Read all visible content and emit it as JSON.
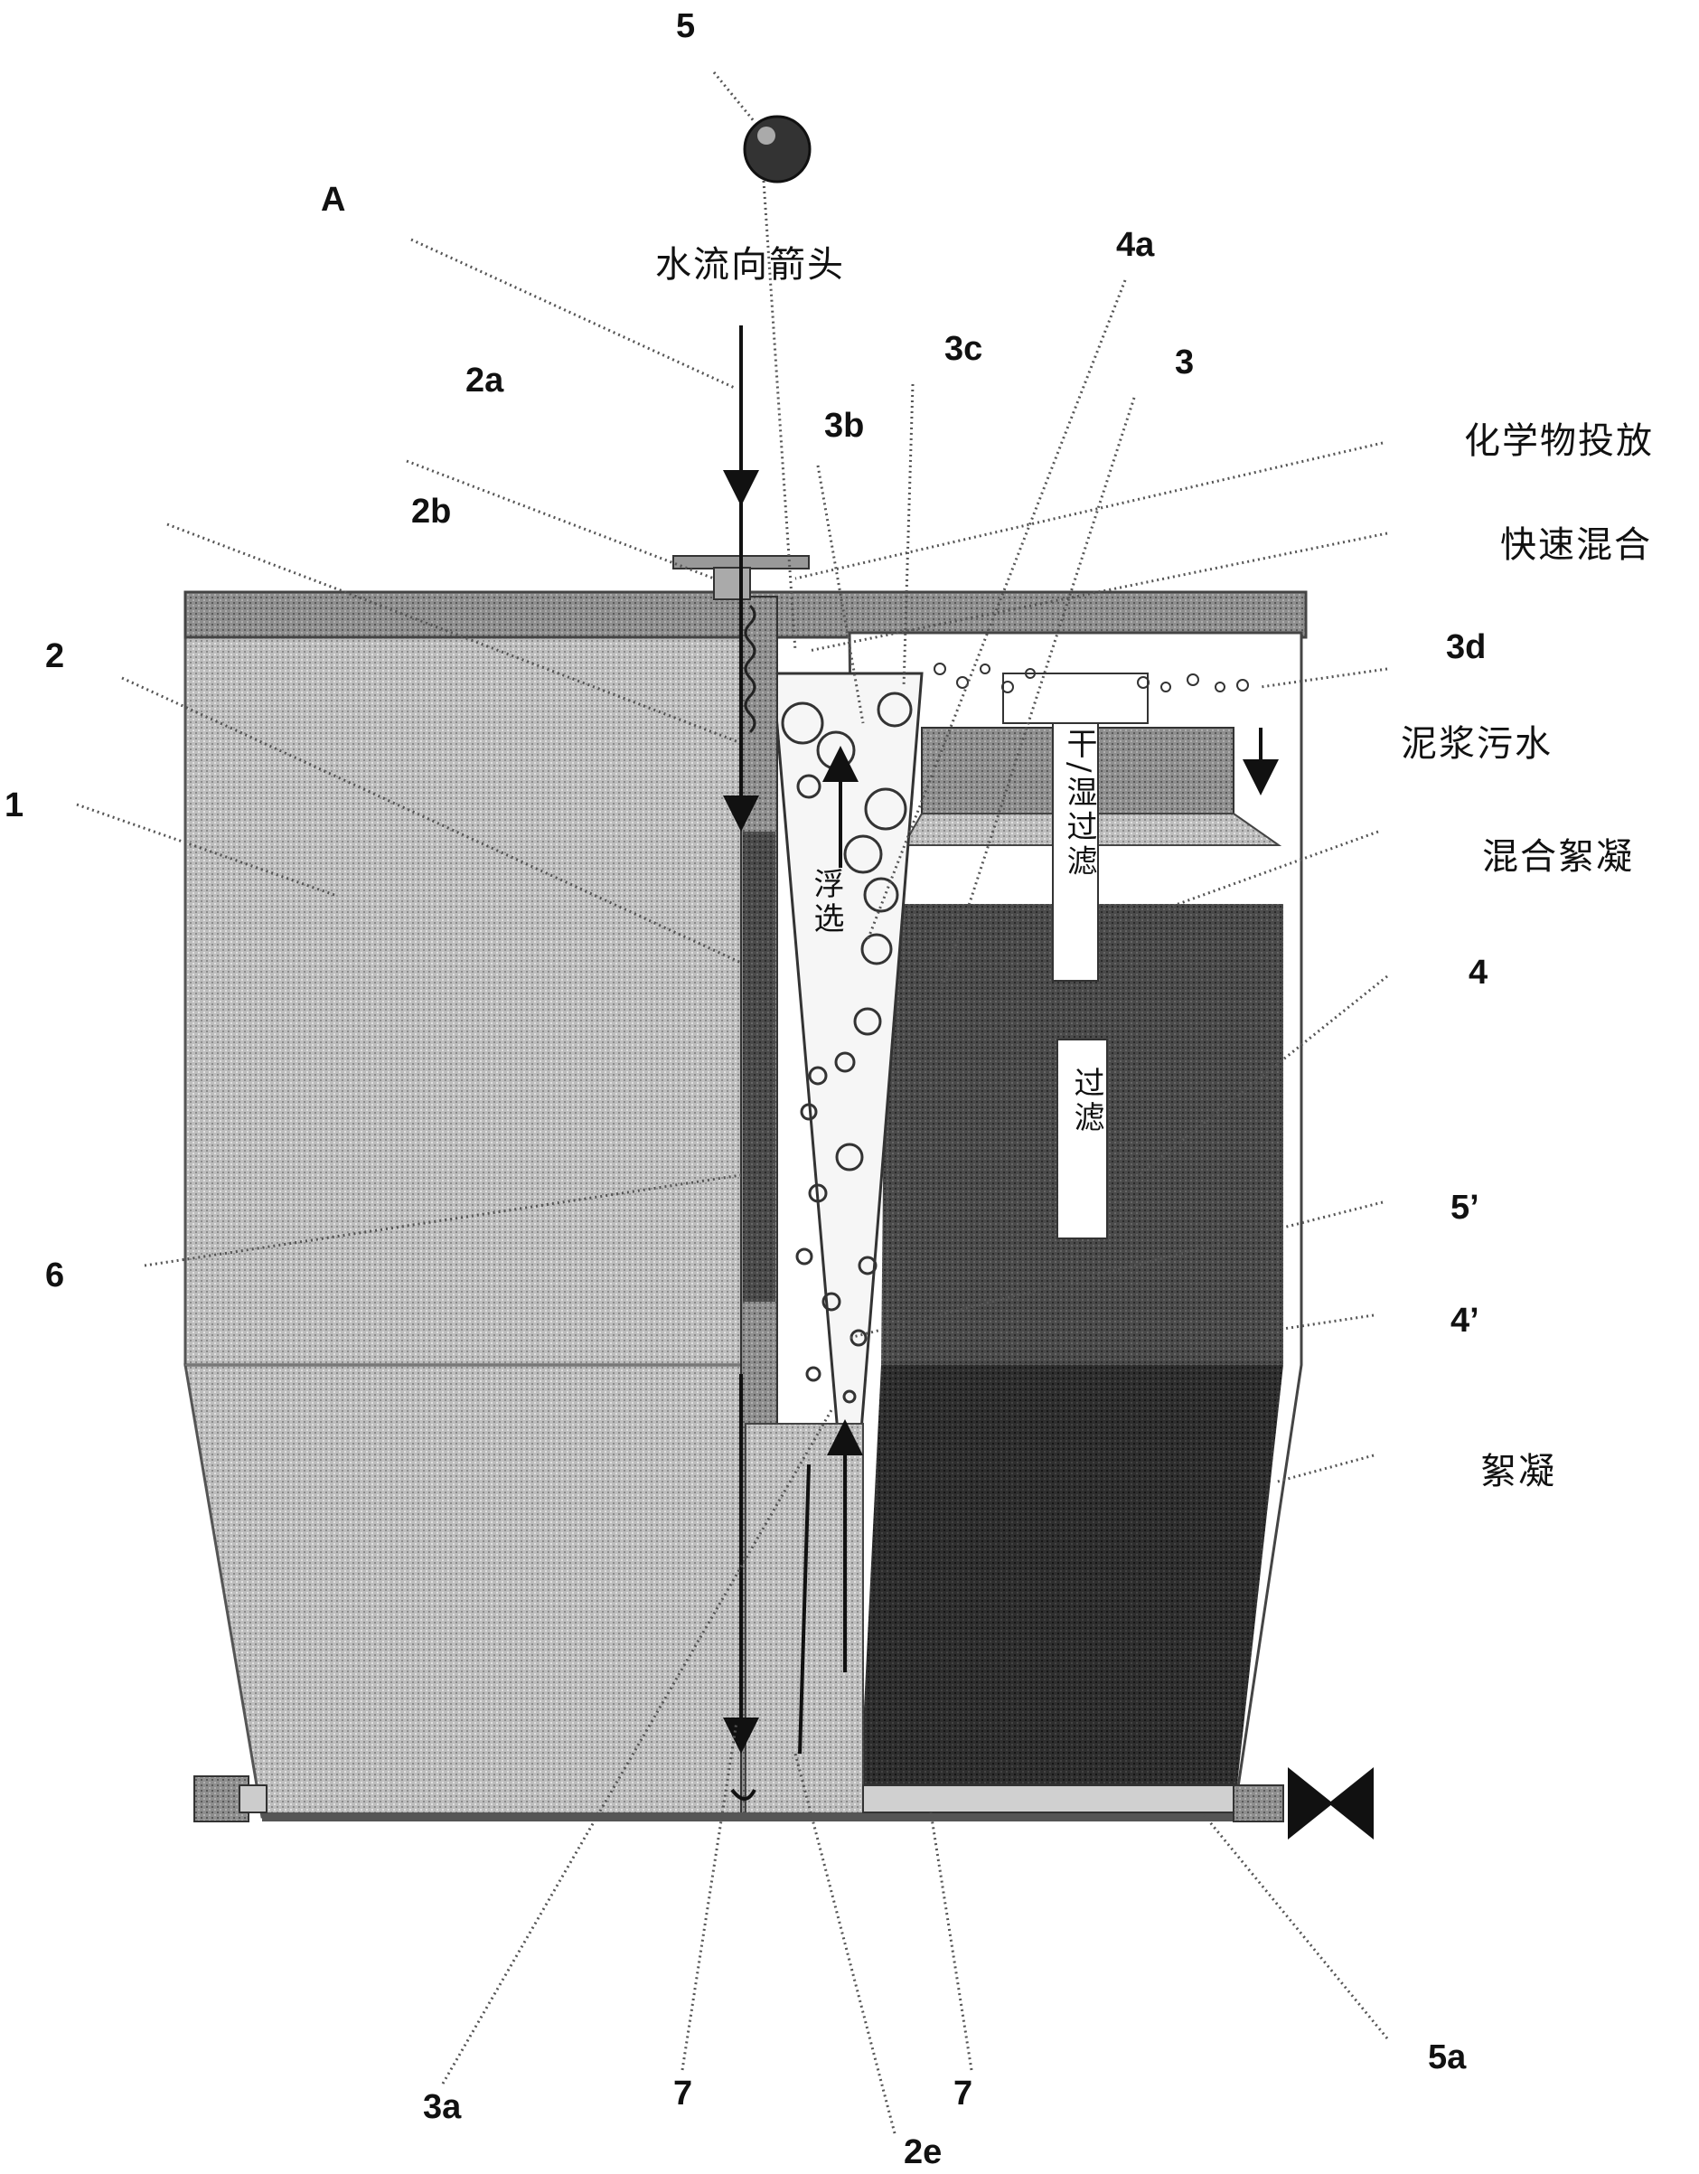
{
  "labels": {
    "n5": "5",
    "nA": "A",
    "n4a": "4a",
    "n3c": "3c",
    "n3": "3",
    "n2a": "2a",
    "n3b": "3b",
    "n2b": "2b",
    "n2": "2",
    "n3d": "3d",
    "n1": "1",
    "n4": "4",
    "n6": "6",
    "n5p": "5’",
    "n4p": "4’",
    "n3a": "3a",
    "n7a": "7",
    "n7b": "7",
    "n5a": "5a",
    "n2e": "2e"
  },
  "captions": {
    "flow_arrow": "水流向箭头",
    "chemical_dosing": "化学物投放",
    "rapid_mixing": "快速混合",
    "slurry_sewage": "泥浆污水",
    "mixed_flocculation": "混合絮凝",
    "flocculation": "絮凝"
  },
  "inner_text": {
    "flotation": "浮选",
    "dry_wet_filter": "干/湿过滤",
    "filtration": "过滤"
  }
}
